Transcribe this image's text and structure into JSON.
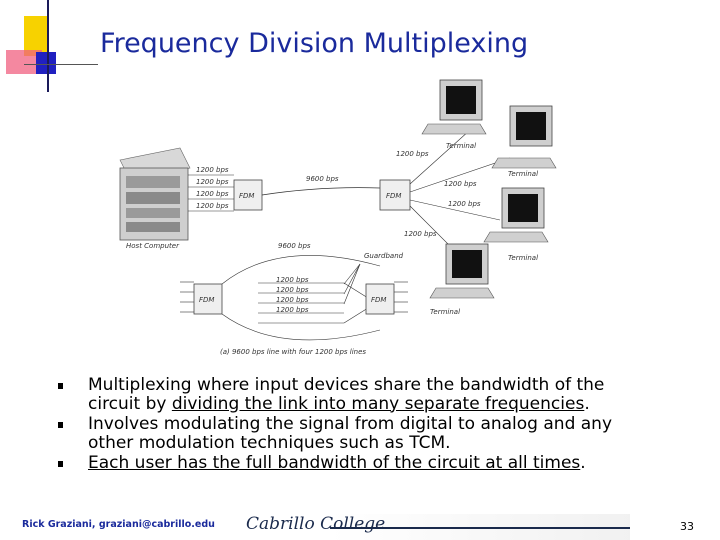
{
  "slide": {
    "title": "Frequency Division Multiplexing",
    "bullets": [
      {
        "parts": [
          {
            "text": "Multiplexing where input devices share the bandwidth of the circuit by ",
            "underline": false
          },
          {
            "text": "dividing the link into many separate frequencies",
            "underline": true
          },
          {
            "text": ".",
            "underline": false
          }
        ]
      },
      {
        "parts": [
          {
            "text": "Involves modulating the signal from digital to analog and any other modulation techniques such as TCM.",
            "underline": false
          }
        ]
      },
      {
        "parts": [
          {
            "text": "Each user has the full bandwidth of the circuit at all times",
            "underline": true
          },
          {
            "text": ".",
            "underline": false
          }
        ]
      }
    ],
    "footer": {
      "author": "Rick Graziani, graziani@cabrillo.edu",
      "logo_text": "Cabrillo College",
      "page_number": "33"
    }
  },
  "diagram": {
    "host_speeds": [
      "1200 bps",
      "1200 bps",
      "1200 bps",
      "1200 bps"
    ],
    "host_label": "Host Computer",
    "fdm_label": "FDM",
    "link_speed": "9600 bps",
    "link_speed_bottom": "9600 bps",
    "terminal_label": "Terminal",
    "terminal_speeds": [
      "1200 bps",
      "1200 bps",
      "1200 bps",
      "1200 bps"
    ],
    "guardband_label": "Guardband",
    "channel_speeds": [
      "1200 bps",
      "1200 bps",
      "1200 bps",
      "1200 bps"
    ],
    "caption": "(a) 9600 bps line with four 1200 bps lines"
  }
}
